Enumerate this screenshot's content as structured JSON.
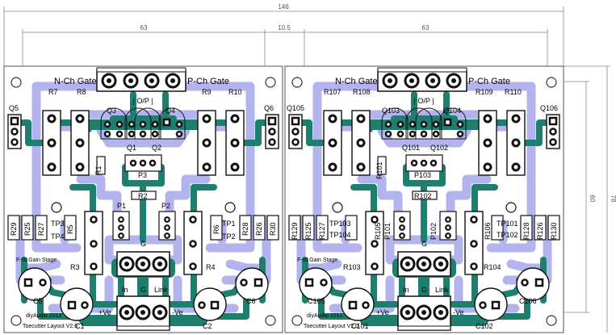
{
  "dimensions": {
    "total_width": "146",
    "board_width_left": "63",
    "board_width_right": "63",
    "gap": "10.5",
    "height_inner": "60",
    "height_total": "78"
  },
  "boards": [
    {
      "gate_n": "N-Ch Gate",
      "gate_p": "P-Ch Gate",
      "op": "| O/P |",
      "q_outer_left": "Q5",
      "q_outer_right": "Q6",
      "q_in_left": "Q3",
      "q_in_right": "Q4",
      "q_mid_left": "Q1",
      "q_mid_right": "Q2",
      "r_top": [
        "R7",
        "R8",
        "R9",
        "R10"
      ],
      "r1": "R1",
      "p3": "P3",
      "r2": "R2",
      "p1": "P1",
      "p2": "P2",
      "r_bot_left": [
        "R29",
        "R25",
        "R27"
      ],
      "r5": "R5",
      "r6": "R6",
      "r_bot_right": [
        "R28",
        "R26",
        "R30"
      ],
      "tp3": "TP3",
      "tp4": "TP4",
      "tp1": "TP1",
      "tp2": "TP2",
      "r3": "R3",
      "r4": "R4",
      "g_mid": "G",
      "stage": "F-St Gain Stage",
      "in": "In",
      "g": "G",
      "link": "Link",
      "c5": "C5",
      "c6": "C6",
      "c1": "C1",
      "c2": "C2",
      "plus_ve": "+Ve",
      "minus_ve": "-Ve",
      "credit": "diyAudio 2012",
      "version": "Toecutter Layout V2.0"
    },
    {
      "gate_n": "N-Ch Gate",
      "gate_p": "P-Ch Gate",
      "op": "| O/P |",
      "q_outer_left": "Q105",
      "q_outer_right": "Q106",
      "q_in_left": "Q103",
      "q_in_right": "Q104",
      "q_mid_left": "Q101",
      "q_mid_right": "Q102",
      "r_top": [
        "R107",
        "R108",
        "R109",
        "R110"
      ],
      "r1": "R101",
      "p3": "P103",
      "r2": "R102",
      "p1": "P101",
      "p2": "P102",
      "r_bot_left": [
        "R129",
        "R125",
        "R127"
      ],
      "r5": "R105",
      "r6": "R106",
      "r_bot_right": [
        "R128",
        "R126",
        "R130"
      ],
      "tp3": "TP103",
      "tp4": "TP104",
      "tp1": "TP101",
      "tp2": "TP102",
      "r3": "R103",
      "r4": "R104",
      "g_mid": "G",
      "stage": "F-St Gain Stage",
      "in": "In",
      "g": "G",
      "link": "Link",
      "c5": "C105",
      "c6": "C106",
      "c1": "C101",
      "c2": "C102",
      "plus_ve": "+Ve",
      "minus_ve": "-Ve",
      "credit": "diyAudio 2012",
      "version": "Toecutter Layout V2.0"
    }
  ],
  "colors": {
    "trace_top": "#b3b3ee",
    "trace_bottom": "#1f7f6e",
    "pad": "#111111",
    "board_outline": "#555555"
  }
}
